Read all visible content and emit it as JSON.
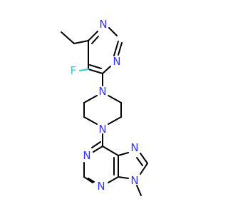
{
  "colors": {
    "nitrogen": "#3333ff",
    "fluorine": "#33cccc",
    "bond": "#000000",
    "background": "#ffffff"
  },
  "atoms": {
    "pyrimidine_n1": "N",
    "pyrimidine_n3": "N",
    "fluorine": "F",
    "piperazine_n_top": "N",
    "piperazine_n_bottom": "N",
    "purine_n1": "N",
    "purine_n3": "N",
    "purine_n7": "N",
    "purine_n9": "N"
  }
}
